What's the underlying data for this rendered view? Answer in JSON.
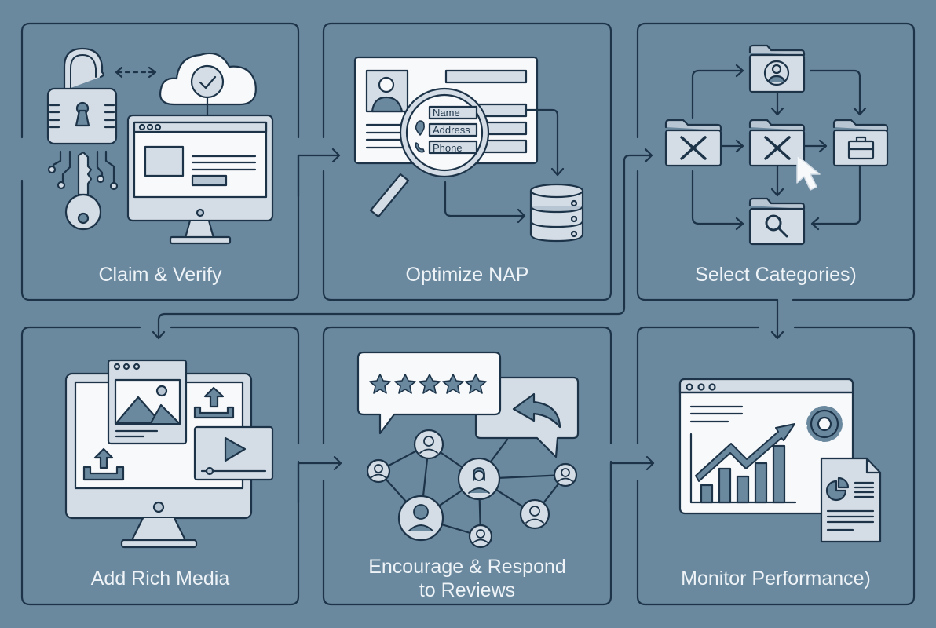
{
  "diagram": {
    "colors": {
      "background": "#6a889e",
      "stroke": "#1c3348",
      "fill_light": "#d4dde6",
      "fill_white": "#f7f9fb",
      "text": "#eef3f7"
    },
    "steps": [
      {
        "id": 1,
        "label": "Claim & Verify",
        "icons": [
          "padlock-icon",
          "key-icon",
          "cloud-check-icon",
          "monitor-icon"
        ]
      },
      {
        "id": 2,
        "label": "Optimize NAP",
        "card_fields": [
          "Name",
          "Address",
          "Phone"
        ],
        "icons": [
          "profile-card-icon",
          "magnifier-icon",
          "location-pin-icon",
          "phone-icon",
          "database-icon"
        ]
      },
      {
        "id": 3,
        "label": "Select Categories)",
        "icons": [
          "folder-user-icon",
          "folder-tools-icon",
          "folder-briefcase-icon",
          "folder-search-icon",
          "cursor-icon"
        ]
      },
      {
        "id": 4,
        "label": "Add Rich Media",
        "icons": [
          "monitor-icon",
          "image-window-icon",
          "upload-icon",
          "video-player-icon"
        ]
      },
      {
        "id": 5,
        "label_line1": "Encourage & Respond",
        "label_line2": "to Reviews",
        "icons": [
          "five-star-bubble-icon",
          "reply-bubble-icon",
          "people-network-icon"
        ]
      },
      {
        "id": 6,
        "label": "Monitor Performance)",
        "icons": [
          "analytics-window-icon",
          "gear-icon",
          "report-document-icon"
        ]
      }
    ],
    "flow": [
      "1->2",
      "2->3",
      "3->4",
      "3->6",
      "4->5",
      "5->6"
    ]
  }
}
